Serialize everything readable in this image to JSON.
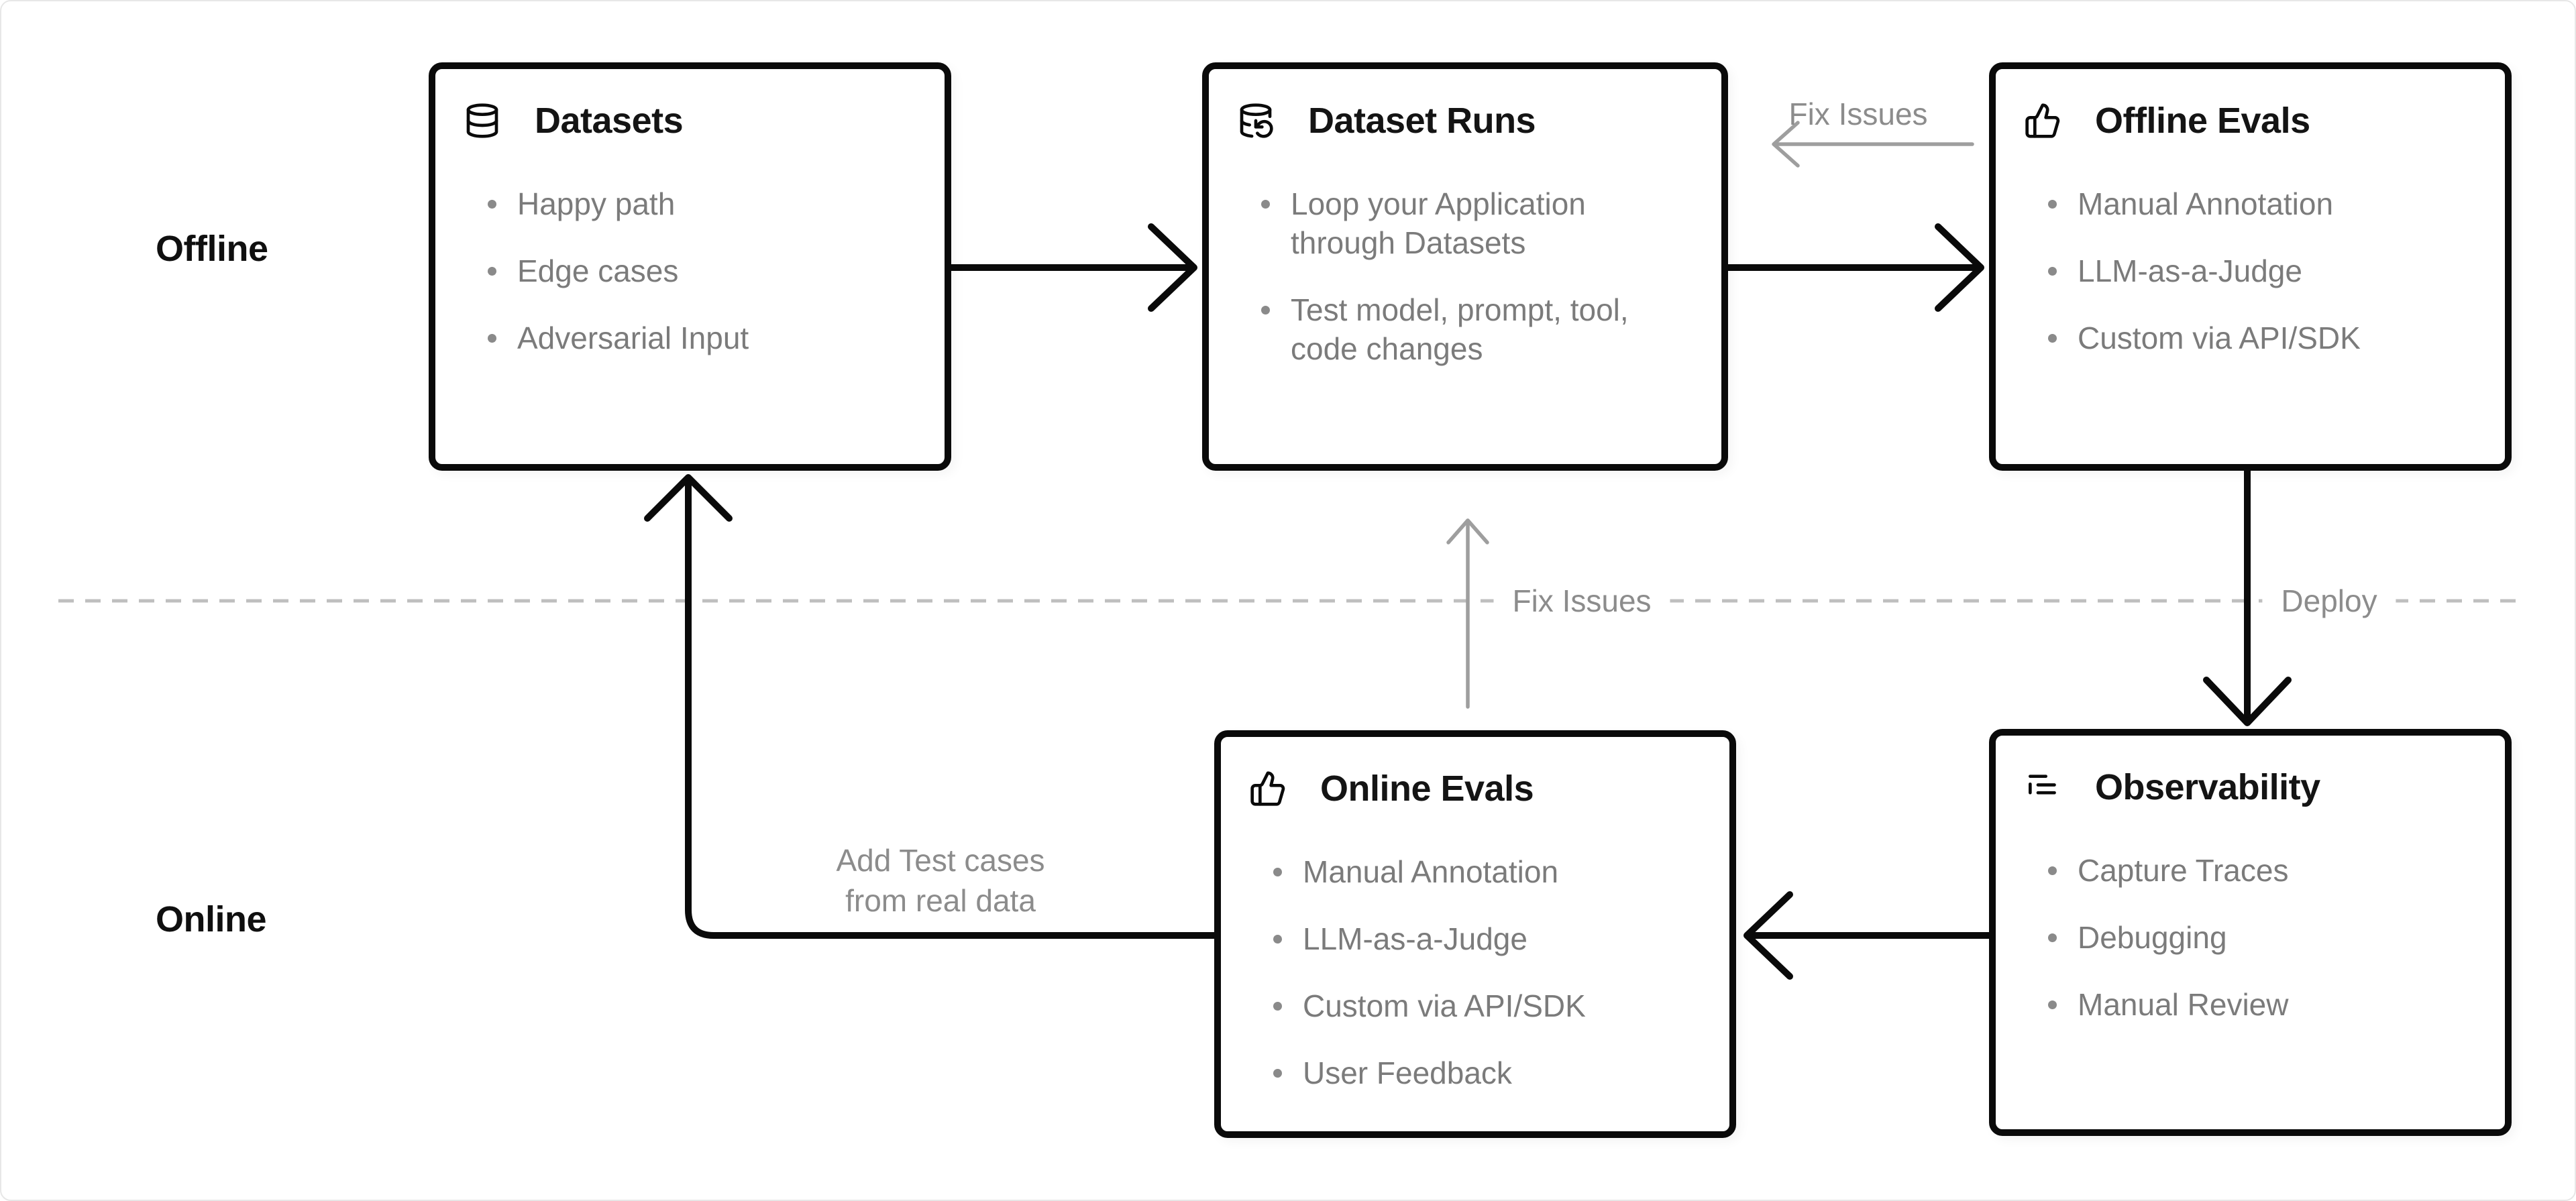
{
  "diagram_title": "LLM application evaluation workflow",
  "colors": {
    "background": "#ffffff",
    "canvas_border": "#e7e7e7",
    "box_border": "#0a0a0a",
    "box_title": "#141414",
    "bullet_text": "#7b7b7b",
    "bullet_dot": "#8a8a8a",
    "black_arrow": "#0a0a0a",
    "gray_arrow": "#9e9e9e",
    "dashed_line": "#bfbfbf",
    "annotation_text": "#8c8c8c",
    "lane_label_text": "#0f0f0f"
  },
  "lanes": {
    "offline_label": "Offline",
    "online_label": "Online"
  },
  "boxes": [
    {
      "id": "datasets",
      "icon": "database-icon",
      "title": "Datasets",
      "items": [
        "Happy path",
        "Edge cases",
        "Adversarial Input"
      ]
    },
    {
      "id": "dataset-runs",
      "icon": "database-loop-icon",
      "title": "Dataset Runs",
      "items": [
        "Loop your Application through Datasets",
        "Test model, prompt, tool, code changes"
      ]
    },
    {
      "id": "offline-evals",
      "icon": "thumbs-up-icon",
      "title": "Offline Evals",
      "items": [
        "Manual Annotation",
        "LLM-as-a-Judge",
        "Custom via API/SDK"
      ]
    },
    {
      "id": "online-evals",
      "icon": "thumbs-up-icon",
      "title": "Online Evals",
      "items": [
        "Manual Annotation",
        "LLM-as-a-Judge",
        "Custom via API/SDK",
        "User Feedback"
      ]
    },
    {
      "id": "observability",
      "icon": "trace-list-icon",
      "title": "Observability",
      "items": [
        "Capture Traces",
        "Debugging",
        "Manual Review"
      ]
    }
  ],
  "annotations": {
    "fix_issues_top": "Fix Issues",
    "fix_issues_mid": "Fix Issues",
    "deploy": "Deploy",
    "add_test_cases_line1": "Add Test cases",
    "add_test_cases_line2": "from real data"
  }
}
